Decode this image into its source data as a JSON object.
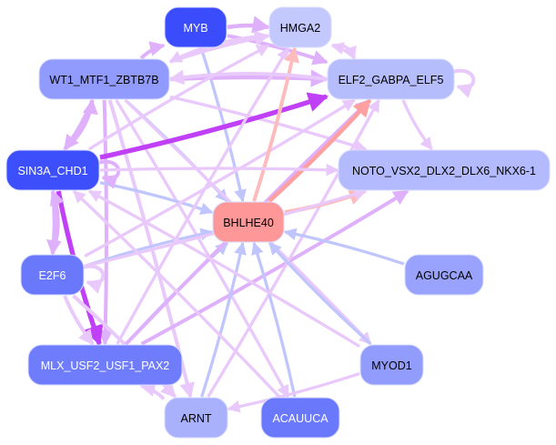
{
  "graph": {
    "type": "directed-network",
    "nodes": [
      {
        "id": "MYB",
        "label": "MYB",
        "color": "#3a4cfb",
        "text_color": "#ffffff"
      },
      {
        "id": "HMGA2",
        "label": "HMGA2",
        "color": "#c3c8fd",
        "text_color": "#000000"
      },
      {
        "id": "WT1_MTF1_ZBTB7B",
        "label": "WT1_MTF1_ZBTB7B",
        "color": "#909bfd",
        "text_color": "#000000"
      },
      {
        "id": "ELF2_GABPA_ELF5",
        "label": "ELF2_GABPA_ELF5",
        "color": "#b6bdfd",
        "text_color": "#000000"
      },
      {
        "id": "SIN3A_CHD1",
        "label": "SIN3A_CHD1",
        "color": "#3d4ffb",
        "text_color": "#ffffff"
      },
      {
        "id": "NOTO_VSX2_DLX2_DLX6_NKX6-1",
        "label": "NOTO_VSX2_DLX2_DLX6_NKX6-1",
        "color": "#b3bafd",
        "text_color": "#000000"
      },
      {
        "id": "BHLHE40",
        "label": "BHLHE40",
        "color": "#fe9898",
        "text_color": "#000000"
      },
      {
        "id": "E2F6",
        "label": "E2F6",
        "color": "#6a79fc",
        "text_color": "#ffffff"
      },
      {
        "id": "AGUGCAA",
        "label": "AGUGCAA",
        "color": "#99a3fd",
        "text_color": "#000000"
      },
      {
        "id": "MLX_USF2_USF1_PAX2",
        "label": "MLX_USF2_USF1_PAX2",
        "color": "#6f7dfc",
        "text_color": "#ffffff"
      },
      {
        "id": "MYOD1",
        "label": "MYOD1",
        "color": "#929cfd",
        "text_color": "#000000"
      },
      {
        "id": "ARNT",
        "label": "ARNT",
        "color": "#a9b1fd",
        "text_color": "#000000"
      },
      {
        "id": "ACAUUCA",
        "label": "ACAUUCA",
        "color": "#6a79fc",
        "text_color": "#ffffff"
      }
    ],
    "edge_colors": {
      "light_purple": "#e9c8fb",
      "purple": "#dfb0fb",
      "strong_purple": "#c040f8",
      "light_blue": "#c0c6fd",
      "pink": "#febbbb",
      "salmon": "#fea0a0"
    },
    "edges": [
      {
        "from": "MYB",
        "to": "HMGA2",
        "color": "purple",
        "weight": 2
      },
      {
        "from": "MYB",
        "to": "BHLHE40",
        "color": "light_blue",
        "weight": 1
      },
      {
        "from": "MYB",
        "to": "ELF2_GABPA_ELF5",
        "color": "purple",
        "weight": 1.5
      },
      {
        "from": "WT1_MTF1_ZBTB7B",
        "to": "MYB",
        "color": "purple",
        "weight": 1.5
      },
      {
        "from": "WT1_MTF1_ZBTB7B",
        "to": "HMGA2",
        "color": "light_purple",
        "weight": 1.5
      },
      {
        "from": "WT1_MTF1_ZBTB7B",
        "to": "ELF2_GABPA_ELF5",
        "color": "purple",
        "weight": 2
      },
      {
        "from": "WT1_MTF1_ZBTB7B",
        "to": "BHLHE40",
        "color": "light_blue",
        "weight": 1
      },
      {
        "from": "WT1_MTF1_ZBTB7B",
        "to": "SIN3A_CHD1",
        "color": "purple",
        "weight": 1.5
      },
      {
        "from": "WT1_MTF1_ZBTB7B",
        "to": "NOTO_VSX2_DLX2_DLX6_NKX6-1",
        "color": "light_purple",
        "weight": 1
      },
      {
        "from": "WT1_MTF1_ZBTB7B",
        "to": "MLX_USF2_USF1_PAX2",
        "color": "purple",
        "weight": 1.5
      },
      {
        "from": "WT1_MTF1_ZBTB7B",
        "to": "ARNT",
        "color": "light_purple",
        "weight": 1.5
      },
      {
        "from": "WT1_MTF1_ZBTB7B",
        "to": "ACAUUCA",
        "color": "light_purple",
        "weight": 1
      },
      {
        "from": "WT1_MTF1_ZBTB7B",
        "to": "MYOD1",
        "color": "light_purple",
        "weight": 1
      },
      {
        "from": "SIN3A_CHD1",
        "to": "ELF2_GABPA_ELF5",
        "color": "strong_purple",
        "weight": 2.5
      },
      {
        "from": "SIN3A_CHD1",
        "to": "MLX_USF2_USF1_PAX2",
        "color": "strong_purple",
        "weight": 2.5
      },
      {
        "from": "SIN3A_CHD1",
        "to": "BHLHE40",
        "color": "light_blue",
        "weight": 1
      },
      {
        "from": "SIN3A_CHD1",
        "to": "WT1_MTF1_ZBTB7B",
        "color": "purple",
        "weight": 1.5
      },
      {
        "from": "SIN3A_CHD1",
        "to": "E2F6",
        "color": "purple",
        "weight": 1.5
      },
      {
        "from": "SIN3A_CHD1",
        "to": "HMGA2",
        "color": "light_purple",
        "weight": 1
      },
      {
        "from": "SIN3A_CHD1",
        "to": "SIN3A_CHD1",
        "color": "purple",
        "weight": 1.5
      },
      {
        "from": "E2F6",
        "to": "SIN3A_CHD1",
        "color": "purple",
        "weight": 1.5
      },
      {
        "from": "E2F6",
        "to": "BHLHE40",
        "color": "light_blue",
        "weight": 1
      },
      {
        "from": "E2F6",
        "to": "MLX_USF2_USF1_PAX2",
        "color": "light_purple",
        "weight": 1.5
      },
      {
        "from": "E2F6",
        "to": "ARNT",
        "color": "light_purple",
        "weight": 1.5
      },
      {
        "from": "E2F6",
        "to": "E2F6",
        "color": "light_purple",
        "weight": 1.5
      },
      {
        "from": "E2F6",
        "to": "ELF2_GABPA_ELF5",
        "color": "light_purple",
        "weight": 1
      },
      {
        "from": "MLX_USF2_USF1_PAX2",
        "to": "BHLHE40",
        "color": "light_blue",
        "weight": 1
      },
      {
        "from": "MLX_USF2_USF1_PAX2",
        "to": "ELF2_GABPA_ELF5",
        "color": "purple",
        "weight": 1.5
      },
      {
        "from": "MLX_USF2_USF1_PAX2",
        "to": "NOTO_VSX2_DLX2_DLX6_NKX6-1",
        "color": "purple",
        "weight": 1.5
      },
      {
        "from": "MLX_USF2_USF1_PAX2",
        "to": "HMGA2",
        "color": "light_purple",
        "weight": 1
      },
      {
        "from": "ARNT",
        "to": "BHLHE40",
        "color": "light_blue",
        "weight": 1
      },
      {
        "from": "ARNT",
        "to": "MLX_USF2_USF1_PAX2",
        "color": "light_purple",
        "weight": 1.5
      },
      {
        "from": "ARNT",
        "to": "ELF2_GABPA_ELF5",
        "color": "light_purple",
        "weight": 1
      },
      {
        "from": "ACAUUCA",
        "to": "BHLHE40",
        "color": "light_blue",
        "weight": 1
      },
      {
        "from": "ACAUUCA",
        "to": "SIN3A_CHD1",
        "color": "light_purple",
        "weight": 1
      },
      {
        "from": "MYOD1",
        "to": "BHLHE40",
        "color": "light_blue",
        "weight": 1
      },
      {
        "from": "MYOD1",
        "to": "ARNT",
        "color": "light_purple",
        "weight": 1
      },
      {
        "from": "MYOD1",
        "to": "SIN3A_CHD1",
        "color": "light_purple",
        "weight": 1
      },
      {
        "from": "AGUGCAA",
        "to": "BHLHE40",
        "color": "light_blue",
        "weight": 1
      },
      {
        "from": "BHLHE40",
        "to": "HMGA2",
        "color": "pink",
        "weight": 1.5
      },
      {
        "from": "BHLHE40",
        "to": "ELF2_GABPA_ELF5",
        "color": "salmon",
        "weight": 2
      },
      {
        "from": "BHLHE40",
        "to": "NOTO_VSX2_DLX2_DLX6_NKX6-1",
        "color": "pink",
        "weight": 2
      },
      {
        "from": "ELF2_GABPA_ELF5",
        "to": "HMGA2",
        "color": "light_purple",
        "weight": 1
      },
      {
        "from": "ELF2_GABPA_ELF5",
        "to": "NOTO_VSX2_DLX2_DLX6_NKX6-1",
        "color": "light_purple",
        "weight": 1
      },
      {
        "from": "ELF2_GABPA_ELF5",
        "to": "ELF2_GABPA_ELF5",
        "color": "light_purple",
        "weight": 1.5
      },
      {
        "from": "ELF2_GABPA_ELF5",
        "to": "WT1_MTF1_ZBTB7B",
        "color": "light_purple",
        "weight": 1.5
      },
      {
        "from": "HMGA2",
        "to": "ELF2_GABPA_ELF5",
        "color": "light_purple",
        "weight": 1
      },
      {
        "from": "HMGA2",
        "to": "WT1_MTF1_ZBTB7B",
        "color": "light_purple",
        "weight": 1
      },
      {
        "from": "SIN3A_CHD1",
        "to": "NOTO_VSX2_DLX2_DLX6_NKX6-1",
        "color": "light_purple",
        "weight": 1
      },
      {
        "from": "E2F6",
        "to": "NOTO_VSX2_DLX2_DLX6_NKX6-1",
        "color": "light_purple",
        "weight": 1
      }
    ]
  }
}
